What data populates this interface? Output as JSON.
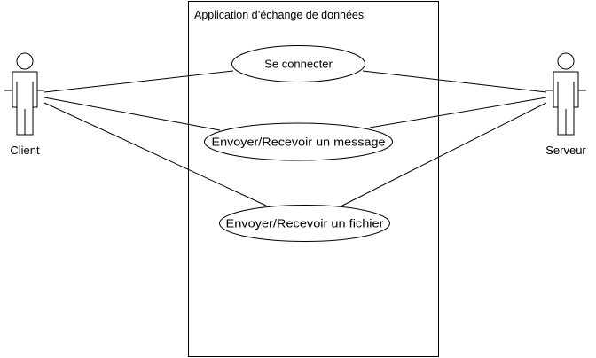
{
  "diagram": {
    "system_title": "Application d’échange de données",
    "actors": {
      "client": "Client",
      "server": "Serveur"
    },
    "use_cases": [
      "Se connecter",
      "Envoyer/Recevoir un message",
      "Envoyer/Recevoir un fichier"
    ]
  }
}
